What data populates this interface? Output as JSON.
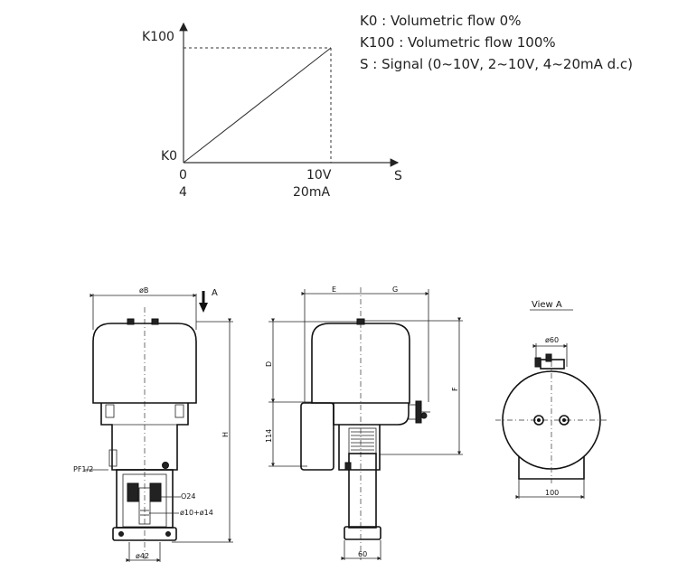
{
  "chart": {
    "y_top_label": "K100",
    "y_bottom_label": "K0",
    "x_axis_label": "S",
    "x_start_label_1": "0",
    "x_start_label_2": "4",
    "x_end_label_1": "10V",
    "x_end_label_2": "20mA"
  },
  "legend": [
    "K0 : Volumetric flow 0%",
    "K100 : Volumetric flow 100%",
    "S : Signal (0~10V, 2~10V, 4~20mA d.c)"
  ],
  "front_view": {
    "dim_top": "øB",
    "arrow_label": "A",
    "dim_height": "H",
    "port_label": "PF1/2",
    "dim_o24": "O24",
    "dim_stem": "ø10+ø14",
    "dim_bottom": "ø42"
  },
  "side_view": {
    "dim_e": "E",
    "dim_g": "G",
    "dim_d": "D",
    "dim_f": "F",
    "dim_114": "114",
    "dim_60": "60"
  },
  "view_a": {
    "title": "View  A",
    "dim_top": "ø60",
    "dim_bottom": "100"
  }
}
